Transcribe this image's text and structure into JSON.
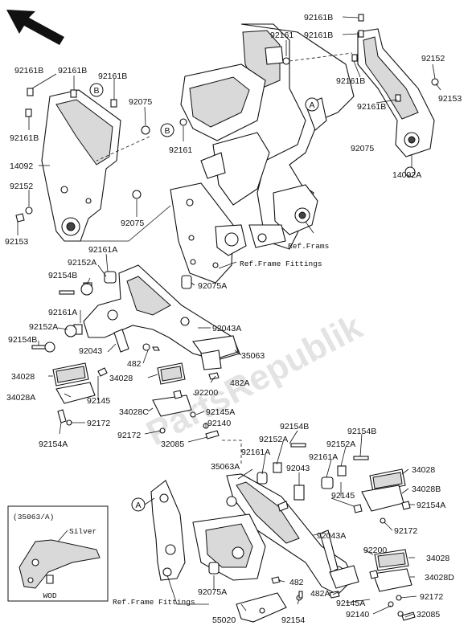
{
  "labels": {
    "l_92161B_top1": "92161B",
    "l_92161B_top2": "92161B",
    "l_92161_top": "92161",
    "l_92152_r": "92152",
    "l_92153_r": "92153",
    "l_92161B_r1": "92161B",
    "l_92161B_r2": "92161B",
    "l_92075_r": "92075",
    "l_14092A": "14092A",
    "l_92161B_l1": "92161B",
    "l_92161B_l2": "92161B",
    "l_92161B_l3": "92161B",
    "l_92161B_l4": "92161B",
    "l_92075_l": "92075",
    "l_92161_mid": "92161",
    "l_14092": "14092",
    "l_92152_l": "92152",
    "l_92153_l": "92153",
    "l_92075_l2": "92075",
    "l_refframs": "Ref.Frams",
    "l_refframefit1": "Ref.Frame Fittings",
    "l_92161A_1": "92161A",
    "l_92152A_1": "92152A",
    "l_92154B_1": "92154B",
    "l_92075A_1": "92075A",
    "l_92161A_2": "92161A",
    "l_92152A_2": "92152A",
    "l_92043A_1": "92043A",
    "l_92154B_2": "92154B",
    "l_92043_1": "92043",
    "l_35063": "35063",
    "l_482_1": "482",
    "l_482A_1": "482A",
    "l_34028_1": "34028",
    "l_34028_2": "34028",
    "l_92200_1": "92200",
    "l_34028A": "34028A",
    "l_92145_1": "92145",
    "l_34028C": "34028C",
    "l_92145A_1": "92145A",
    "l_92172_1": "92172",
    "l_92140_1": "92140",
    "l_92154A_1": "92154A",
    "l_92172_2": "92172",
    "l_32085_1": "32085",
    "l_92154B_3": "92154B",
    "l_92154B_4": "92154B",
    "l_92152A_3": "92152A",
    "l_92152A_4": "92152A",
    "l_92161A_3": "92161A",
    "l_92161A_4": "92161A",
    "l_35063A": "35063A",
    "l_92043_2": "92043",
    "l_34028_3": "34028",
    "l_34028B": "34028B",
    "l_92145_2": "92145",
    "l_92154A_2": "92154A",
    "l_92172_3": "92172",
    "l_92043A_2": "92043A",
    "l_92200_2": "92200",
    "l_34028_4": "34028",
    "l_34028D": "34028D",
    "l_482_2": "482",
    "l_482A_2": "482A",
    "l_92172_4": "92172",
    "l_92145A_2": "92145A",
    "l_92140_2": "92140",
    "l_32085_2": "32085",
    "l_92075A_2": "92075A",
    "l_55020": "55020",
    "l_92154": "92154",
    "l_refframefit2": "Ref.Frame Fittings"
  },
  "callouts": {
    "b1": "B",
    "b2": "B",
    "a1": "A",
    "a2": "A"
  },
  "inset": {
    "title": "(35063/A)",
    "note": "Silver",
    "model": "WOD"
  },
  "watermark": "PartsRepublik"
}
